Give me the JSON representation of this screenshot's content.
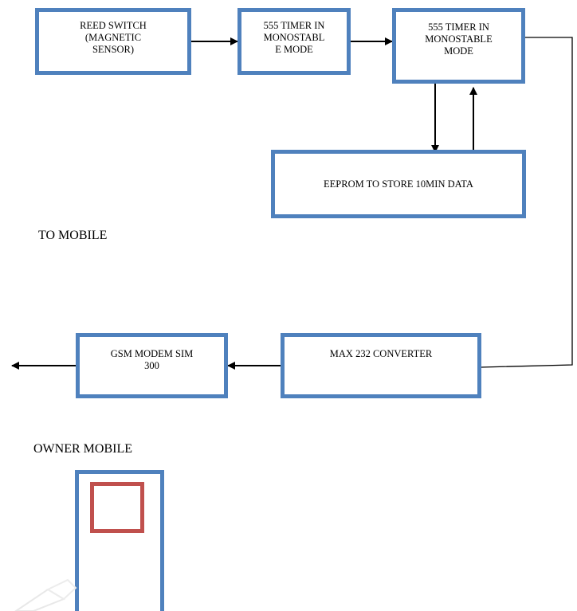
{
  "blocks": {
    "reed_switch": "REED SWITCH\n(MAGNETIC\nSENSOR)",
    "timer_1": "555 TIMER IN\nMONOSTABL\nE MODE",
    "timer_2": "555 TIMER IN\nMONOSTABLE\nMODE",
    "eeprom": "EEPROM TO STORE 10MIN DATA",
    "max232": "MAX 232 CONVERTER",
    "gsm_modem": "GSM MODEM SIM\n300"
  },
  "labels": {
    "to_mobile": "TO MOBILE",
    "owner_mobile": "OWNER MOBILE"
  },
  "colors": {
    "box_border": "#4f81bd",
    "phone_screen": "#c0504d",
    "wire": "#000000"
  },
  "icons": {
    "owner_phone": "mobile-phone-icon"
  }
}
